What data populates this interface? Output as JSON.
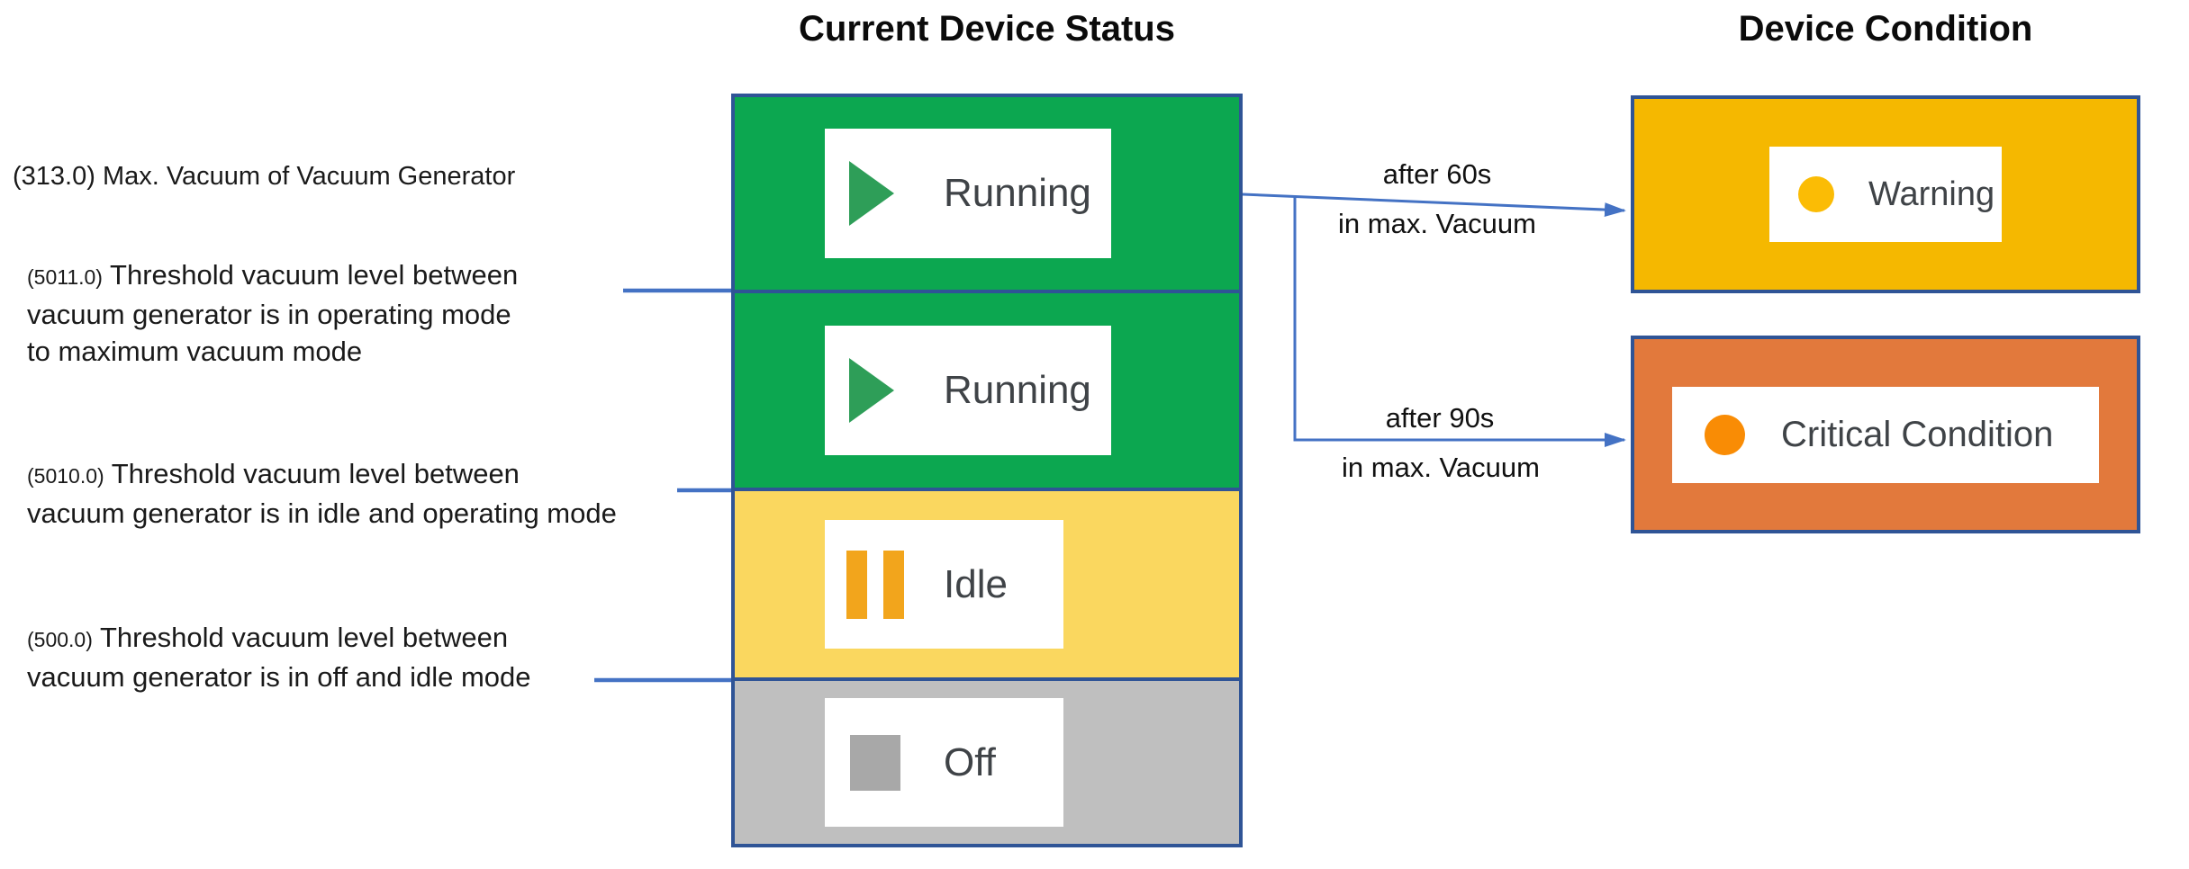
{
  "titles": {
    "status": "Current Device Status",
    "condition": "Device Condition"
  },
  "annotations": [
    {
      "value": "(313.0)",
      "lines": [
        "Max. Vacuum of Vacuum Generator"
      ]
    },
    {
      "value": "(5011.0)",
      "lines": [
        "Threshold vacuum level between",
        "vacuum generator is in operating mode",
        "to maximum vacuum mode"
      ]
    },
    {
      "value": "(5010.0)",
      "lines": [
        "Threshold vacuum level between",
        "vacuum generator is in idle and operating mode"
      ]
    },
    {
      "value": "(500.0)",
      "lines": [
        "Threshold vacuum level between",
        "vacuum generator is in off and idle mode"
      ]
    }
  ],
  "status_stack": [
    {
      "label": "Running",
      "icon": "play-icon"
    },
    {
      "label": "Running",
      "icon": "play-icon"
    },
    {
      "label": "Idle",
      "icon": "pause-icon"
    },
    {
      "label": "Off",
      "icon": "stop-icon"
    }
  ],
  "conditions": [
    {
      "label": "Warning",
      "icon": "warning-dot-icon"
    },
    {
      "label": "Critical Condition",
      "icon": "critical-dot-icon"
    }
  ],
  "transitions": [
    {
      "duration": "after 60s",
      "condition": "in max. Vacuum",
      "target": "Warning"
    },
    {
      "duration": "after 90s",
      "condition": "in max. Vacuum",
      "target": "Critical Condition"
    }
  ],
  "colors": {
    "box_border": "#2F5496",
    "connector_blue": "#4472C4",
    "running_green": "#0CA750",
    "idle_yellow": "#FAD75F",
    "off_gray": "#BFBFBF",
    "warning_gold": "#F5B800",
    "critical_orange": "#E2793C",
    "play_green": "#2E9E58",
    "pause_amber": "#F2A51C",
    "stop_gray": "#A8A8A8",
    "warning_dot": "#FBBC05",
    "critical_dot": "#F98C05",
    "badge_text": "#3F4347"
  }
}
